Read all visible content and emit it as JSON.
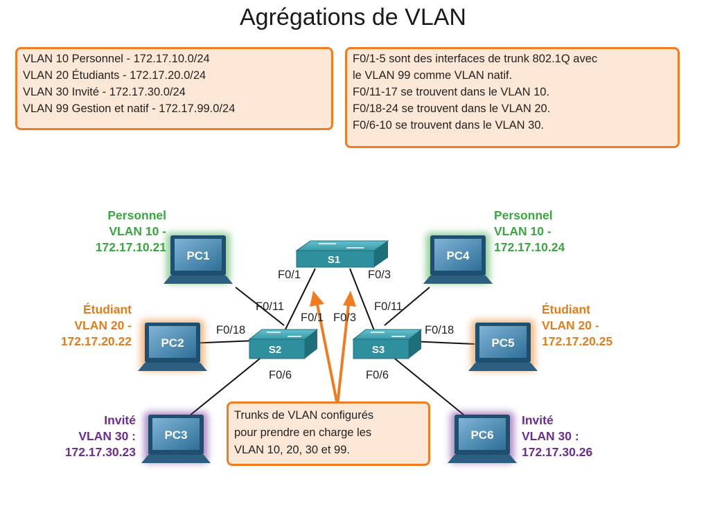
{
  "title": "Agrégations de VLAN",
  "vlan_box": {
    "lines": [
      "VLAN 10 Personnel - 172.17.10.0/24",
      "VLAN 20 Étudiants - 172.17.20.0/24",
      "VLAN 30 Invité - 172.17.30.0/24",
      "VLAN 99 Gestion et natif - 172.17.99.0/24"
    ]
  },
  "ports_box": {
    "lines": [
      "F0/1-5 sont des interfaces de trunk 802.1Q avec",
      "le VLAN 99 comme VLAN natif.",
      "F0/11-17 se trouvent dans le VLAN 10.",
      "F0/18-24 se trouvent dans le VLAN 20.",
      "F0/6-10 se trouvent dans le VLAN 30."
    ]
  },
  "trunk_callout": {
    "lines": [
      "Trunks de VLAN configurés",
      "pour prendre en charge les",
      "VLAN 10, 20, 30 et 99."
    ]
  },
  "switches": {
    "s1": "S1",
    "s2": "S2",
    "s3": "S3"
  },
  "pcs": [
    {
      "id": "PC1",
      "group": "Personnel",
      "vlan": "VLAN 10 -",
      "ip": "172.17.10.21",
      "color": "#3aa641"
    },
    {
      "id": "PC2",
      "group": "Étudiant",
      "vlan": "VLAN 20 -",
      "ip": "172.17.20.22",
      "color": "#e07d1f"
    },
    {
      "id": "PC3",
      "group": "Invité",
      "vlan": "VLAN 30 :",
      "ip": "172.17.30.23",
      "color": "#6b2d91"
    },
    {
      "id": "PC4",
      "group": "Personnel",
      "vlan": "VLAN 10 -",
      "ip": "172.17.10.24",
      "color": "#3aa641"
    },
    {
      "id": "PC5",
      "group": "Étudiant",
      "vlan": "VLAN 20 -",
      "ip": "172.17.20.25",
      "color": "#e07d1f"
    },
    {
      "id": "PC6",
      "group": "Invité",
      "vlan": "VLAN 30 :",
      "ip": "172.17.30.26",
      "color": "#6b2d91"
    }
  ],
  "ports": {
    "s1_left": "F0/1",
    "s1_right": "F0/3",
    "s2_pc1": "F0/11",
    "s2_pc2": "F0/18",
    "s2_pc3": "F0/6",
    "s2_s1": "F0/1",
    "s3_s1": "F0/3",
    "s3_pc4": "F0/11",
    "s3_pc5": "F0/18",
    "s3_pc6": "F0/6"
  },
  "colors": {
    "accent": "#f07c22",
    "switch": "#2e8f9e",
    "monitor": "#3c7fa3"
  }
}
